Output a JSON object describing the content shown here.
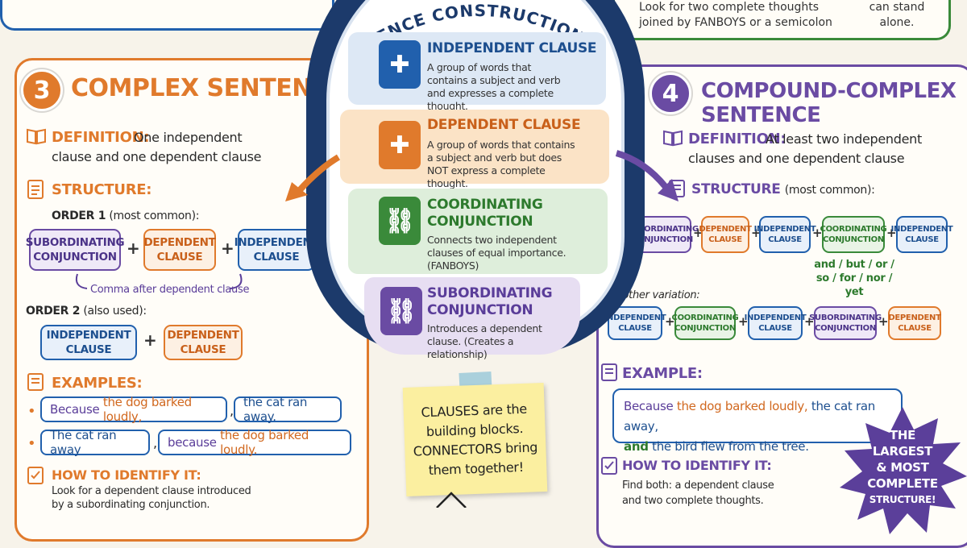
{
  "top_right": {
    "text1": "Look for two complete thoughts joined by FANBOYS or a semicolon",
    "text2": "can stand alone."
  },
  "hub": {
    "title": "SENTENCE CONSTRUCTION HUB",
    "rows": [
      {
        "title": "INDEPENDENT CLAUSE",
        "desc": "A group of words that contains a subject and verb and expresses a complete thought.",
        "icon": "puzzle-icon"
      },
      {
        "title": "DEPENDENT CLAUSE",
        "desc": "A group of words that contains a subject and verb but does NOT express a complete thought.",
        "icon": "puzzle-icon"
      },
      {
        "title_line1": "COORDINATING",
        "title_line2": "CONJUNCTION",
        "desc": "Connects two independent clauses of equal importance. (FANBOYS)",
        "icon": "chain-link-icon"
      },
      {
        "title_line1": "SUBORDINATING",
        "title_line2": "CONJUNCTION",
        "desc": "Introduces a dependent clause. (Creates a relationship)",
        "icon": "chain-link-icon"
      }
    ],
    "note": "CLAUSES are the building blocks. CONNECTORS bring them together!"
  },
  "complex": {
    "number": "3",
    "title": "COMPLEX SENTENCE",
    "definition_label": "DEFINITION:",
    "definition_text_1": "One independent",
    "definition_text_2": "clause and one dependent clause",
    "structure_label": "STRUCTURE:",
    "order1_label": "ORDER 1",
    "order1_note": "(most common):",
    "order1_boxes": [
      "SUBORDINATING CONJUNCTION",
      "DEPENDENT CLAUSE",
      "INDEPENDENT CLAUSE"
    ],
    "comma_note": "Comma after dependent clause",
    "order2_label": "ORDER 2",
    "order2_note": "(also used):",
    "order2_boxes": [
      "INDEPENDENT CLAUSE",
      "DEPENDENT CLAUSE"
    ],
    "examples_label": "EXAMPLES:",
    "ex1_a": "Because",
    "ex1_b": "the dog barked loudly,",
    "ex1_c": "the cat ran away.",
    "ex2_a": "The cat ran away",
    "ex2_b": "because",
    "ex2_c": "the dog barked loudly.",
    "identify_label": "HOW TO IDENTIFY IT:",
    "identify_text_1": "Look for a dependent clause introduced",
    "identify_text_2": "by a subordinating conjunction."
  },
  "compound_complex": {
    "number": "4",
    "title": "COMPOUND-COMPLEX SENTENCE",
    "definition_label": "DEFINITION:",
    "definition_text_1": "At least two independent",
    "definition_text_2": "clauses and one dependent clause",
    "structure_label": "STRUCTURE",
    "structure_note": "(most common):",
    "row1_boxes": [
      "SUBORDINATING CONJUNCTION",
      "DEPENDENT CLAUSE",
      "INDEPENDENT CLAUSE",
      "COORDINATING CONJUNCTION",
      "INDEPENDENT CLAUSE"
    ],
    "fanboys_1": "and / but / or /",
    "fanboys_2": "so / for / nor / yet",
    "variation_label": "Another variation:",
    "row2_boxes": [
      "INDEPENDENT CLAUSE",
      "COORDINATING CONJUNCTION",
      "INDEPENDENT CLAUSE",
      "SUBORDINATING CONJUNCTION",
      "DEPENDENT CLAUSE"
    ],
    "example_label": "EXAMPLE:",
    "ex_a": "Because",
    "ex_b": "the dog barked loudly,",
    "ex_c": "the cat ran away,",
    "ex_d": "and",
    "ex_e": "the bird flew from the tree.",
    "identify_label": "HOW TO IDENTIFY IT:",
    "identify_text_1": "Find both: a dependent clause",
    "identify_text_2": "and two complete thoughts.",
    "badge": [
      "THE",
      "LARGEST",
      "& MOST",
      "COMPLETE",
      "STRUCTURE!"
    ]
  },
  "colors": {
    "orange": "#e07a2c",
    "purple": "#6a4ba3",
    "blue": "#2160ad",
    "green": "#3a8a3a",
    "navy": "#1c3a6b"
  }
}
